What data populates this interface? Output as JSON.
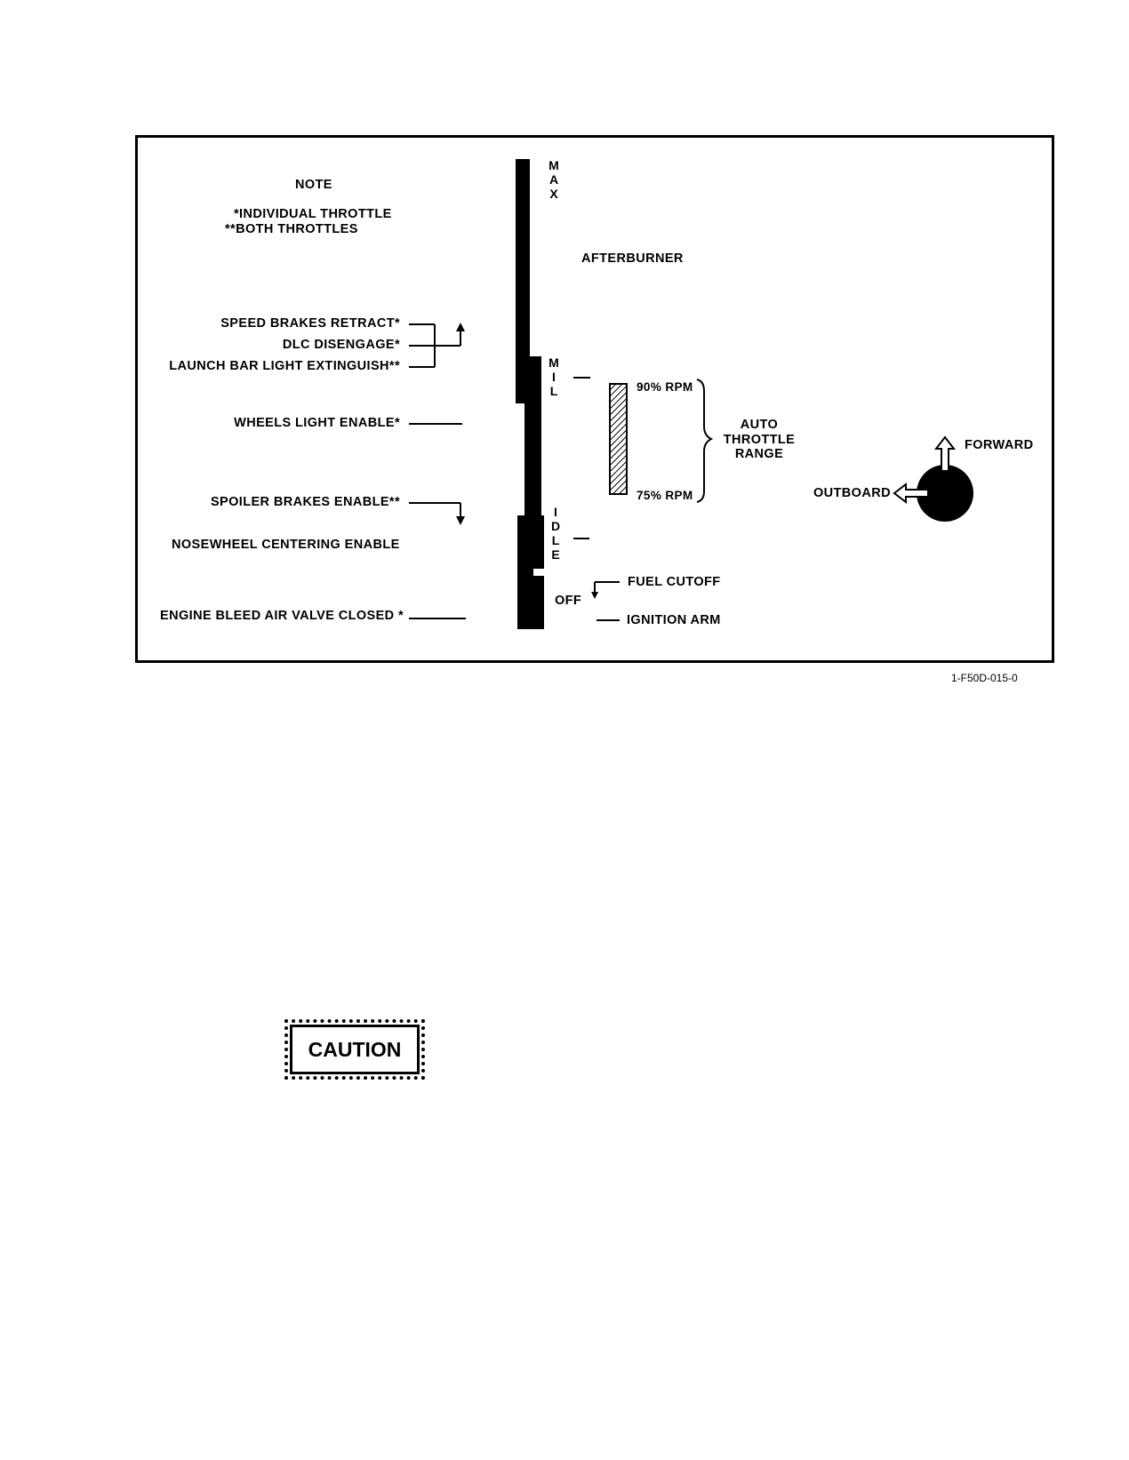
{
  "note": {
    "title": "NOTE",
    "single": "*INDIVIDUAL THROTTLE",
    "double": "**BOTH THROTTLES"
  },
  "left_labels": {
    "speed_brakes": "SPEED BRAKES RETRACT*",
    "dlc": "DLC DISENGAGE*",
    "launch_bar": "LAUNCH BAR LIGHT EXTINGUISH**",
    "wheels": "WHEELS LIGHT ENABLE*",
    "spoiler": "SPOILER BRAKES ENABLE**",
    "nosewheel": "NOSEWHEEL CENTERING ENABLE",
    "bleed_air": "ENGINE BLEED AIR VALVE CLOSED *"
  },
  "detents": {
    "max": "M\nA\nX",
    "mil": "M\nI\nL",
    "idle": "I\nD\nL\nE",
    "off": "OFF"
  },
  "right_labels": {
    "afterburner": "AFTERBURNER",
    "rpm_high": "90% RPM",
    "rpm_low": "75% RPM",
    "auto_range": "AUTO\nTHROTTLE\nRANGE",
    "fuel_cutoff": "FUEL CUTOFF",
    "ignition_arm": "IGNITION ARM",
    "forward": "FORWARD",
    "outboard": "OUTBOARD"
  },
  "figure_id": "1-F50D-015-0",
  "caution": "CAUTION"
}
